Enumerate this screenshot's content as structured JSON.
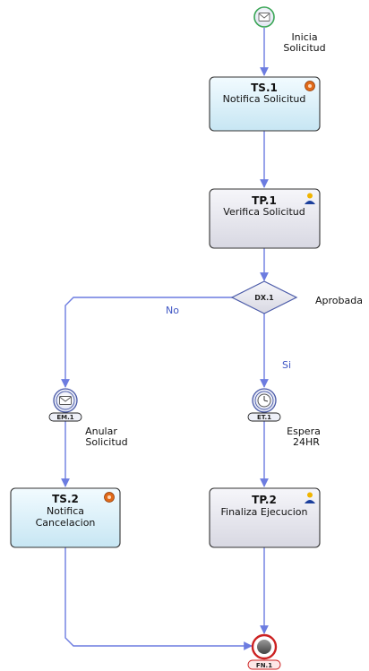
{
  "start_event": {
    "label_line1": "Inicia",
    "label_line2": "Solicitud",
    "icon": "envelope-icon"
  },
  "tasks": {
    "ts1": {
      "id": "TS.1",
      "name_line1": "Notifica Solicitud",
      "name_line2": "",
      "icon": "service-gear-icon"
    },
    "tp1": {
      "id": "TP.1",
      "name_line1": "Verifica Solicitud",
      "name_line2": "",
      "icon": "user-task-icon"
    },
    "ts2": {
      "id": "TS.2",
      "name_line1": "Notifica",
      "name_line2": "Cancelacion",
      "icon": "service-gear-icon"
    },
    "tp2": {
      "id": "TP.2",
      "name_line1": "Finaliza Ejecucion",
      "name_line2": "",
      "icon": "user-task-icon"
    }
  },
  "gateway": {
    "id": "DX.1",
    "label": "Aprobada"
  },
  "edges": {
    "no_label": "No",
    "si_label": "Si"
  },
  "intermediate_events": {
    "em1": {
      "id": "EM.1",
      "label_line1": "Anular",
      "label_line2": "Solicitud",
      "icon": "envelope-icon"
    },
    "et1": {
      "id": "ET.1",
      "label_line1": "Espera",
      "label_line2": "24HR",
      "icon": "clock-icon"
    }
  },
  "end_event": {
    "id": "FN.1"
  },
  "colors": {
    "flow": "#6c7ce0",
    "service_task_fill": "#d9eef7",
    "user_task_fill": "#e6e6ee",
    "start_green": "#3aa655",
    "end_red": "#cc2222",
    "gear_orange": "#e06a1a",
    "user_gold": "#f0b400",
    "user_blue": "#1b3f9c"
  }
}
